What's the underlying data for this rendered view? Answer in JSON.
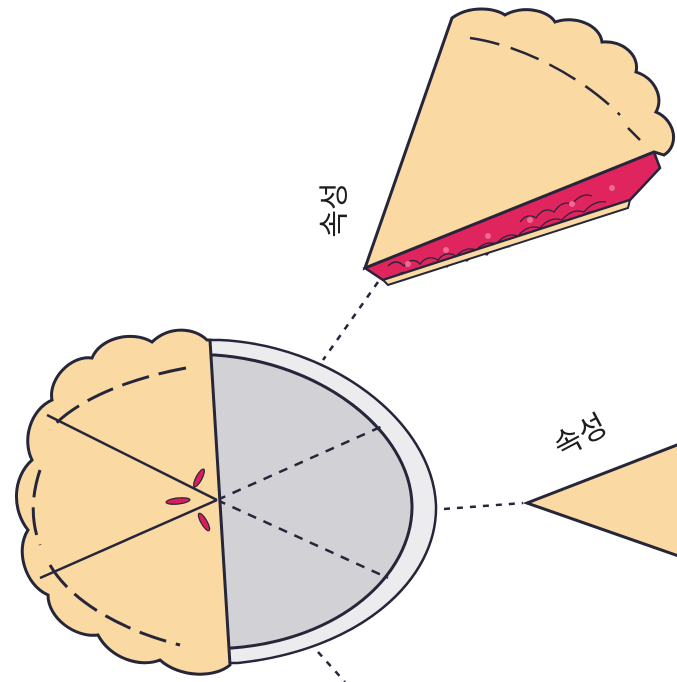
{
  "labels": {
    "upper": "속성",
    "right": "속성"
  },
  "colors": {
    "crust": "#fbd9a3",
    "outline": "#26263a",
    "filling": "#e0245e",
    "filling_highlight": "#f06a93",
    "pan": "#d2d2d6",
    "pan_rim": "#ececef",
    "slit": "#d81e5b",
    "background": "#ffffff"
  },
  "pie": {
    "remaining_slices": 3,
    "removed_slices": 3
  }
}
